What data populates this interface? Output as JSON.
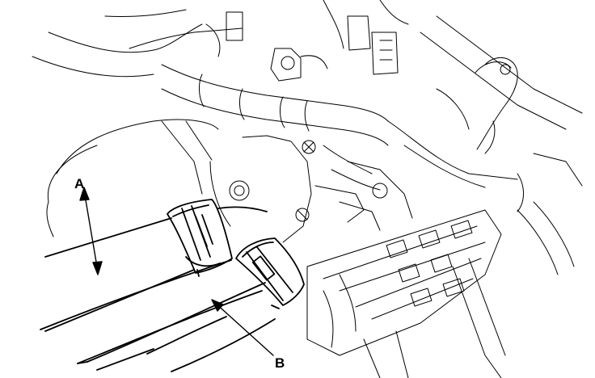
{
  "callouts": {
    "a": "A",
    "b": "B"
  },
  "colors": {
    "line": "#000000",
    "background": "#ffffff"
  },
  "parts": {
    "hose_a": "hose",
    "hose_b": "hose",
    "clamp_a": "hose-clamp",
    "clamp_b": "hose-clamp"
  }
}
